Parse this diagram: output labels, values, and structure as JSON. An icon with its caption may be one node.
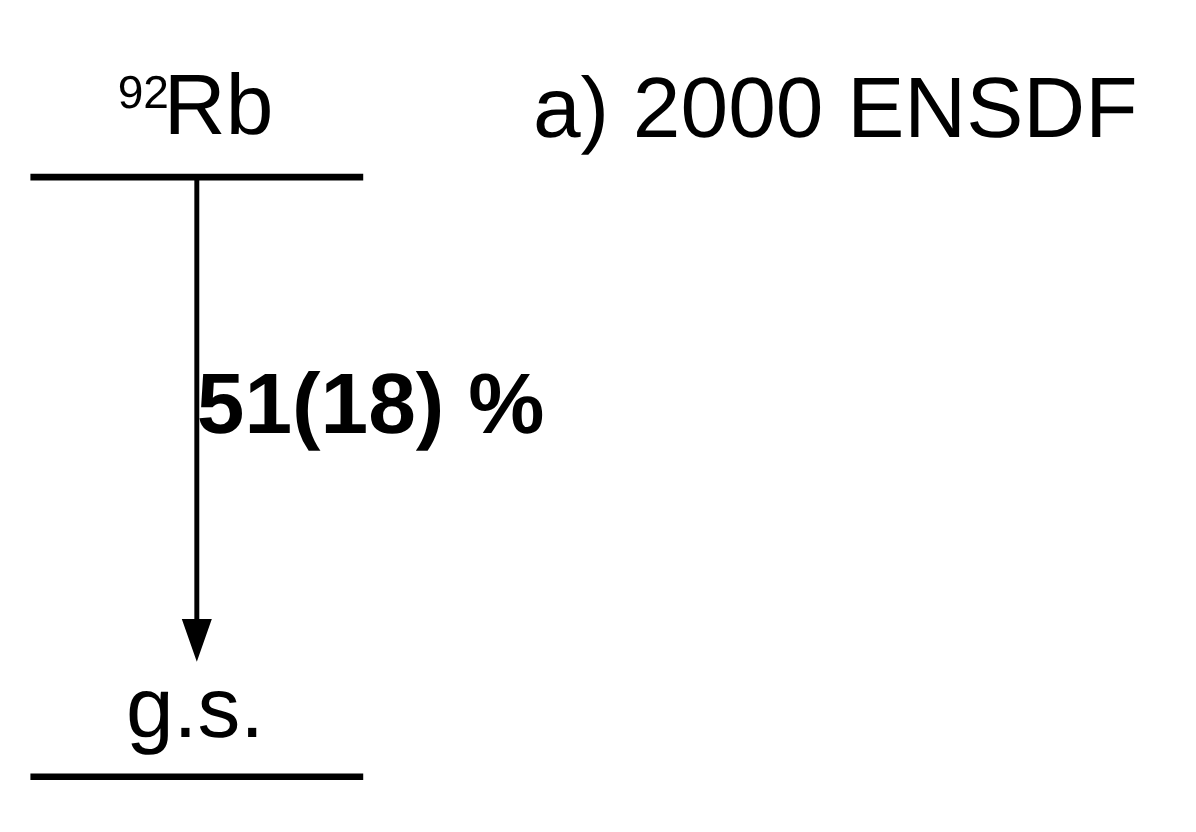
{
  "diagram": {
    "nodes": [
      {
        "text": [
          "$^{92}$Rb"
        ]
      },
      {
        "text": [
          "g.s."
        ]
      }
    ],
    "edges": [
      {
        "from": 0,
        "to": 1,
        "arrow": "to",
        "label": "51(18) %"
      }
    ],
    "labels": [
      "a) 2000 ENSDF"
    ]
  }
}
